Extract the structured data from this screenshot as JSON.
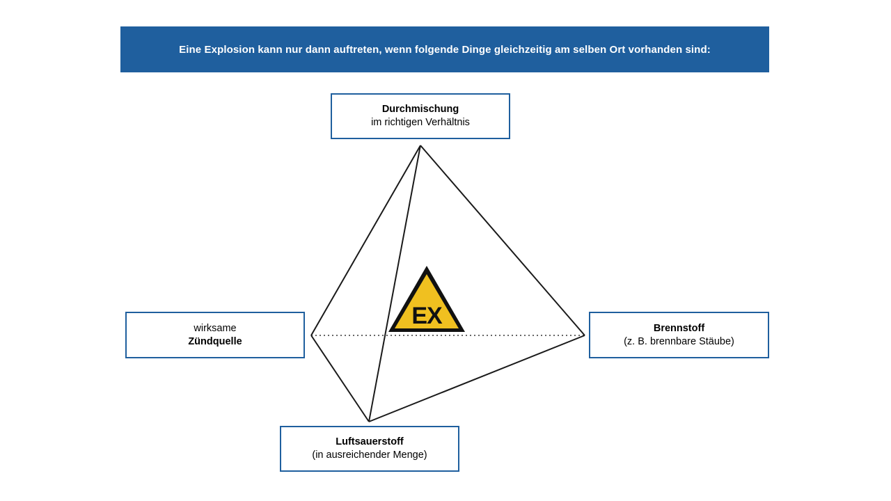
{
  "header": {
    "text": "Eine Explosion kann nur dann auftreten, wenn folgende Dinge gleichzeitig am selben Ort vorhanden sind:"
  },
  "boxes": {
    "top": {
      "bold": "Durchmischung",
      "normal": "im richtigen Verhältnis"
    },
    "left": {
      "normal": "wirksame",
      "bold": "Zündquelle"
    },
    "right": {
      "bold": "Brennstoff",
      "normal": "(z. B. brennbare Stäube)"
    },
    "bottom": {
      "bold": "Luftsauerstoff",
      "normal": "(in ausreichender Menge)"
    }
  },
  "warning_sign": {
    "label": "EX",
    "fill_color": "#f0c020",
    "border_color": "#111111"
  },
  "colors": {
    "header_bg": "#1f5f9e",
    "box_border": "#1f5f9e"
  }
}
